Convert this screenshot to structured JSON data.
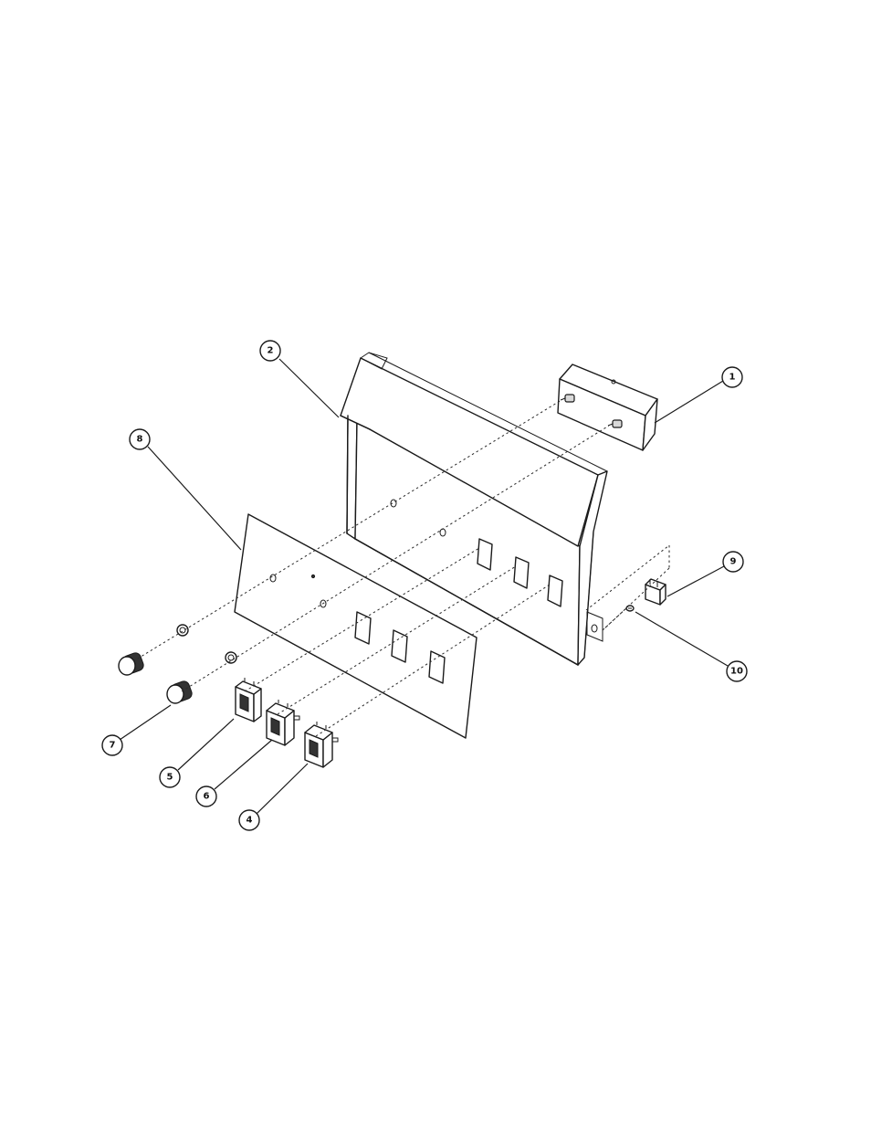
{
  "callouts": [
    {
      "id": "callout-1",
      "label": "1"
    },
    {
      "id": "callout-2",
      "label": "2"
    },
    {
      "id": "callout-4",
      "label": "4"
    },
    {
      "id": "callout-5",
      "label": "5"
    },
    {
      "id": "callout-6",
      "label": "6"
    },
    {
      "id": "callout-7",
      "label": "7"
    },
    {
      "id": "callout-8",
      "label": "8"
    },
    {
      "id": "callout-9",
      "label": "9"
    },
    {
      "id": "callout-10",
      "label": "10"
    }
  ],
  "colors": {
    "line": "#1a1a1a",
    "background": "#ffffff"
  }
}
